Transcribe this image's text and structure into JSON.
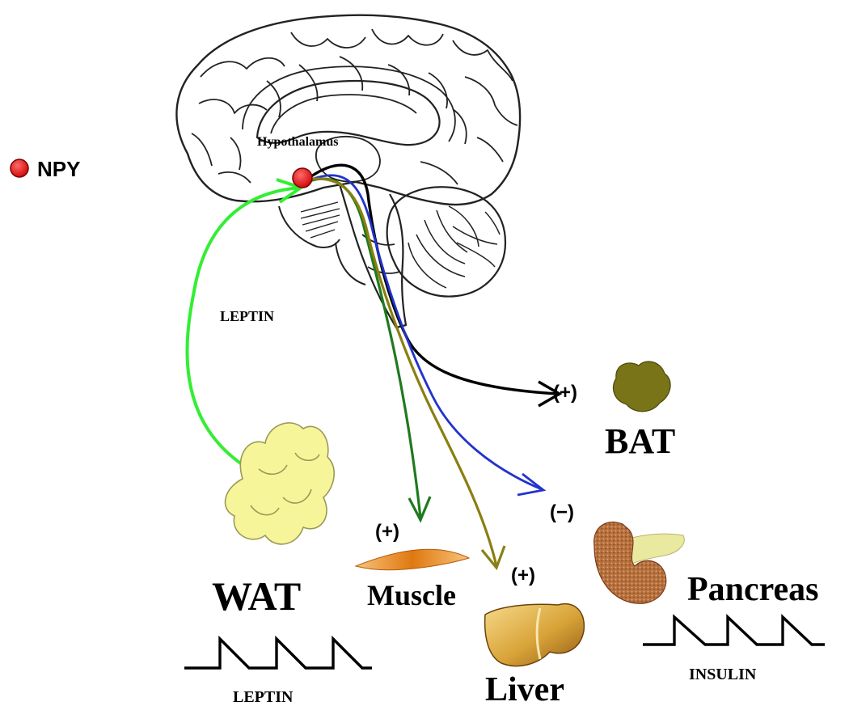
{
  "legend": {
    "marker_color": "#e8121a",
    "label": "NPY"
  },
  "labels": {
    "hypothalamus": "Hypothalamus",
    "leptin_signal": "LEPTIN",
    "wat": "WAT",
    "bat": "BAT",
    "muscle": "Muscle",
    "liver": "Liver",
    "pancreas": "Pancreas",
    "wat_rhythm": "LEPTIN",
    "pancreas_rhythm": "INSULIN"
  },
  "effects": {
    "bat": "(+)",
    "pancreas": "(−)",
    "muscle": "(+)",
    "liver": "(+)"
  },
  "pathway_colors": {
    "leptin": "#33ee33",
    "bat": "#000000",
    "pancreas": "#2233cc",
    "muscle": "#1f7a1f",
    "liver": "#8a7f12"
  },
  "organ_colors": {
    "wat": "#f7f59a",
    "bat": "#7a7418",
    "muscle": "#e8821a",
    "liver": "#c8952a",
    "pancreas_head": "#b0703a",
    "pancreas_tail": "#eae9a0"
  }
}
